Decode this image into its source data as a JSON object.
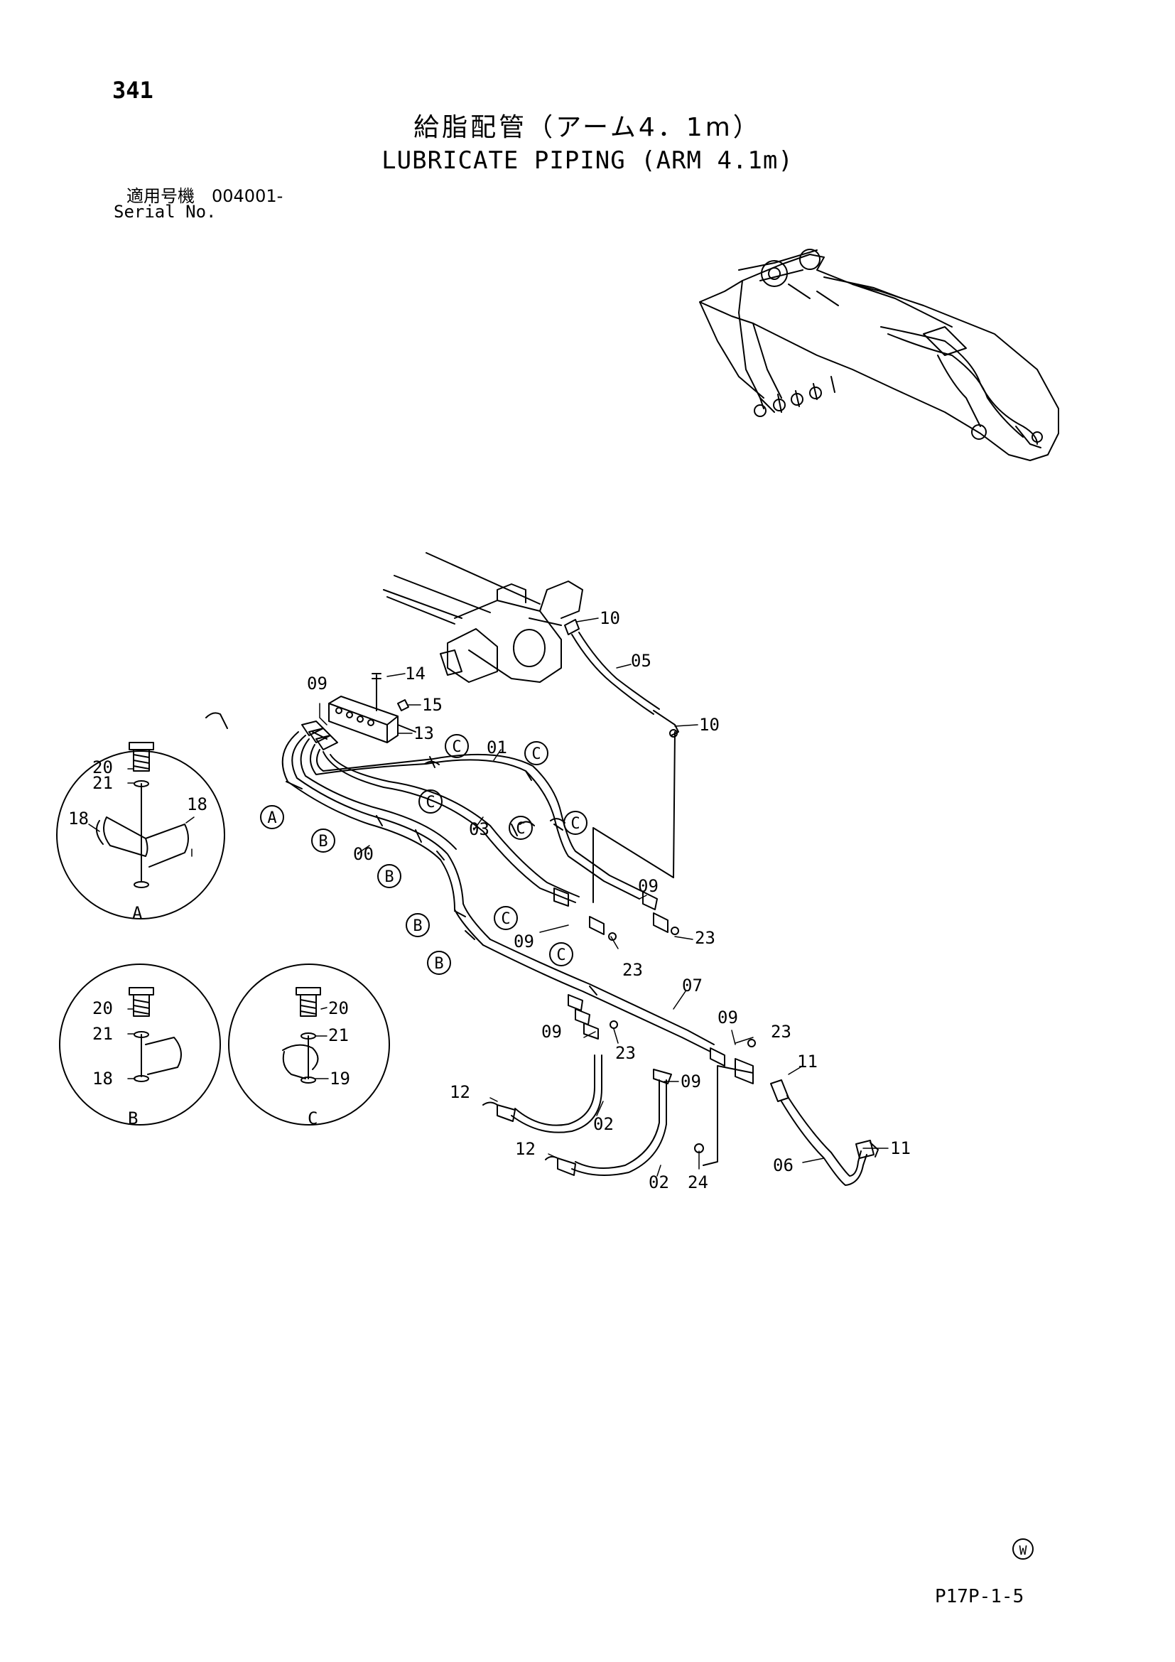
{
  "page_number": "341",
  "title_jp": "給脂配管（アーム4．1m）",
  "title_en": "LUBRICATE PIPING (ARM 4.1m)",
  "serial_jp": "適用号機　004001-",
  "serial_en": "Serial No.",
  "footer_code": "P17P-1-5",
  "watermark_symbol": "W",
  "part_labels": [
    "00",
    "01",
    "02",
    "02",
    "03",
    "05",
    "06",
    "07",
    "09",
    "09",
    "09",
    "09",
    "09",
    "09",
    "10",
    "10",
    "11",
    "11",
    "12",
    "12",
    "13",
    "14",
    "15",
    "23",
    "23",
    "23",
    "23",
    "24"
  ],
  "callouts": [
    "A",
    "B",
    "B",
    "B",
    "B",
    "C",
    "C",
    "C",
    "C",
    "C",
    "C",
    "C"
  ],
  "detail_views": [
    {
      "name": "A",
      "parts": [
        "20",
        "21",
        "18",
        "18"
      ]
    },
    {
      "name": "B",
      "parts": [
        "20",
        "21",
        "18"
      ]
    },
    {
      "name": "C",
      "parts": [
        "20",
        "21",
        "19"
      ]
    }
  ]
}
